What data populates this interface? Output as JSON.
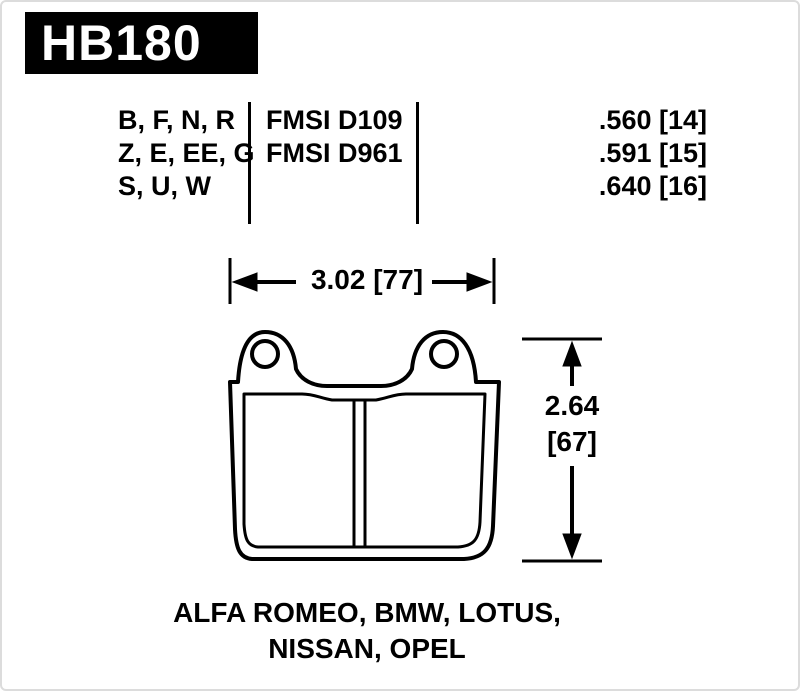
{
  "part_number": "HB180",
  "spec_table": {
    "compounds": [
      "B, F, N, R",
      "Z, E, EE, G",
      "S, U, W"
    ],
    "fmsi": [
      "FMSI D109",
      "FMSI D961"
    ],
    "pad_thickness": [
      ".560 [14]",
      ".591 [15]",
      ".640 [16]"
    ]
  },
  "dimensions": {
    "width": "3.02 [77]",
    "height_in": "2.64",
    "height_mm": "[67]"
  },
  "applications": [
    "ALFA ROMEO, BMW, LOTUS,",
    "NISSAN, OPEL"
  ],
  "colors": {
    "ink": "#000000",
    "header_bg": "#000000",
    "header_text": "#ffffff",
    "background": "#ffffff"
  }
}
